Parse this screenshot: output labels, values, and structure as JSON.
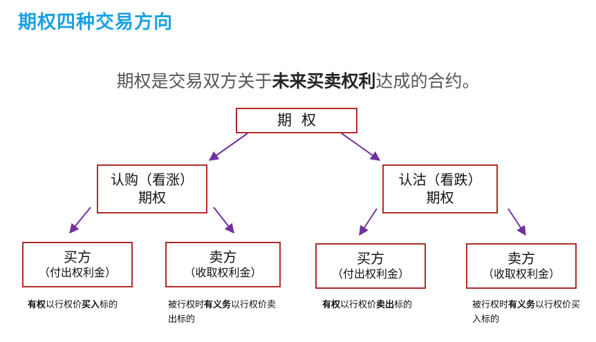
{
  "title": "期权四种交易方向",
  "subtitle": {
    "pre": "期权是交易双方关于",
    "bold": "未来买卖权利",
    "post": "达成的合约。"
  },
  "root": {
    "label": "期权"
  },
  "call": {
    "line1": "认购（看涨）",
    "line2": "期权"
  },
  "put": {
    "line1": "认沽（看跌）",
    "line2": "期权"
  },
  "leaves": [
    {
      "line1": "买方",
      "line2": "（付出权利金）"
    },
    {
      "line1": "卖方",
      "line2": "（收取权利金）"
    },
    {
      "line1": "买方",
      "line2": "（付出权利金）"
    },
    {
      "line1": "卖方",
      "line2": "（收取权利金）"
    }
  ],
  "notes": [
    {
      "a": "有权",
      "b": "以行权价",
      "c": "买入",
      "d": "标的"
    },
    {
      "a": "被行权时",
      "b": "有义务",
      "c": "以行权价卖出标的"
    },
    {
      "a": "有权",
      "b": "以行权价",
      "c": "卖出",
      "d": "标的"
    },
    {
      "a": "被行权时",
      "b": "有义务",
      "c": "以行权价买入标的"
    }
  ],
  "colors": {
    "title": "#1ba1e2",
    "box_border": "#b02a2a",
    "arrow": "#7030a0"
  }
}
